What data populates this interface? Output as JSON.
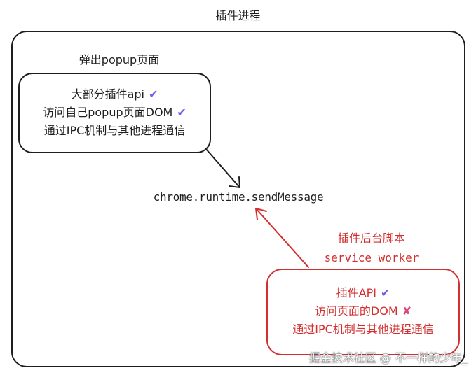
{
  "title": "插件进程",
  "popup": {
    "label": "弹出popup页面",
    "lines": [
      {
        "text": "大部分插件api",
        "mark": "✔"
      },
      {
        "text": "访问自己popup页面DOM",
        "mark": "✔"
      },
      {
        "text": "通过IPC机制与其他进程通信",
        "mark": ""
      }
    ]
  },
  "center": {
    "label": "chrome.runtime.sendMessage"
  },
  "background": {
    "label_line1": "插件后台脚本",
    "label_line2": "service worker",
    "lines": [
      {
        "text": "插件API",
        "mark": "✔"
      },
      {
        "text": "访问页面的DOM",
        "mark": "✘"
      },
      {
        "text": "通过IPC机制与其他进程通信",
        "mark": ""
      }
    ]
  },
  "watermark": "掘金技术社区 @ 不一样的少年_",
  "colors": {
    "stroke": "#1e1e1e",
    "red": "#d32f2f",
    "check": "#7559e8",
    "cross": "#e0457b"
  }
}
